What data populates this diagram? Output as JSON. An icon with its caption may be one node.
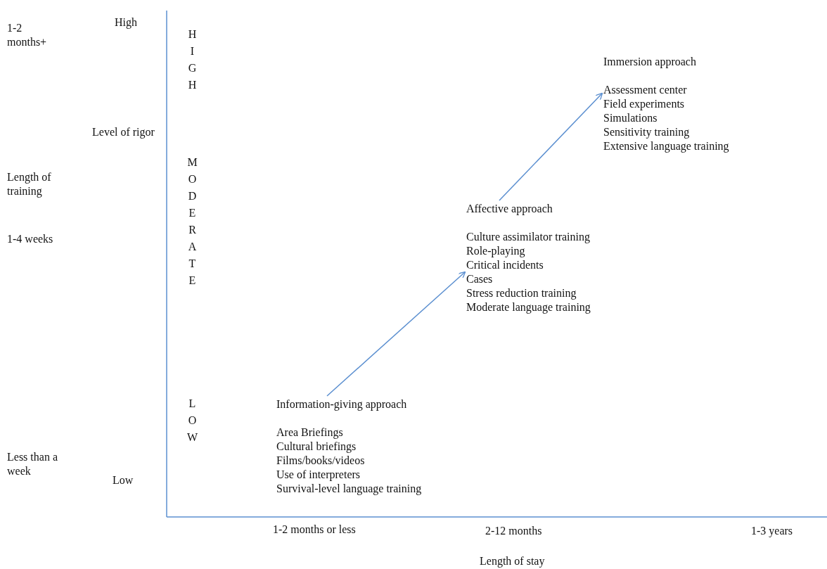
{
  "diagram": {
    "nodes": [
      {
        "text": [
          "Information-giving approach",
          "Area Briefings",
          "Cultural briefings",
          "Films/books/videos",
          "Use of interpreters",
          "Survival-level language training"
        ]
      },
      {
        "text": [
          "Affective approach",
          "Culture assimilator training",
          "Role-playing",
          "Critical incidents",
          "Cases",
          "Stress reduction training",
          "Moderate language training"
        ]
      },
      {
        "text": [
          "Immersion approach",
          "Assessment center",
          "Field experiments",
          "Simulations",
          "Sensitivity training",
          "Extensive language training"
        ]
      }
    ],
    "edges": [
      {
        "from": 0,
        "to": 1,
        "arrow": "to"
      },
      {
        "from": 1,
        "to": 2,
        "arrow": "to"
      }
    ],
    "labels": [
      "1-2 months+",
      "High",
      "HIGH",
      "Level of rigor",
      "Length of training",
      "MODERATE",
      "1-4 weeks",
      "LOW",
      "Less than a week",
      "Low",
      "1-2 months or less",
      "2-12 months",
      "1-3 years",
      "Length of stay"
    ]
  }
}
